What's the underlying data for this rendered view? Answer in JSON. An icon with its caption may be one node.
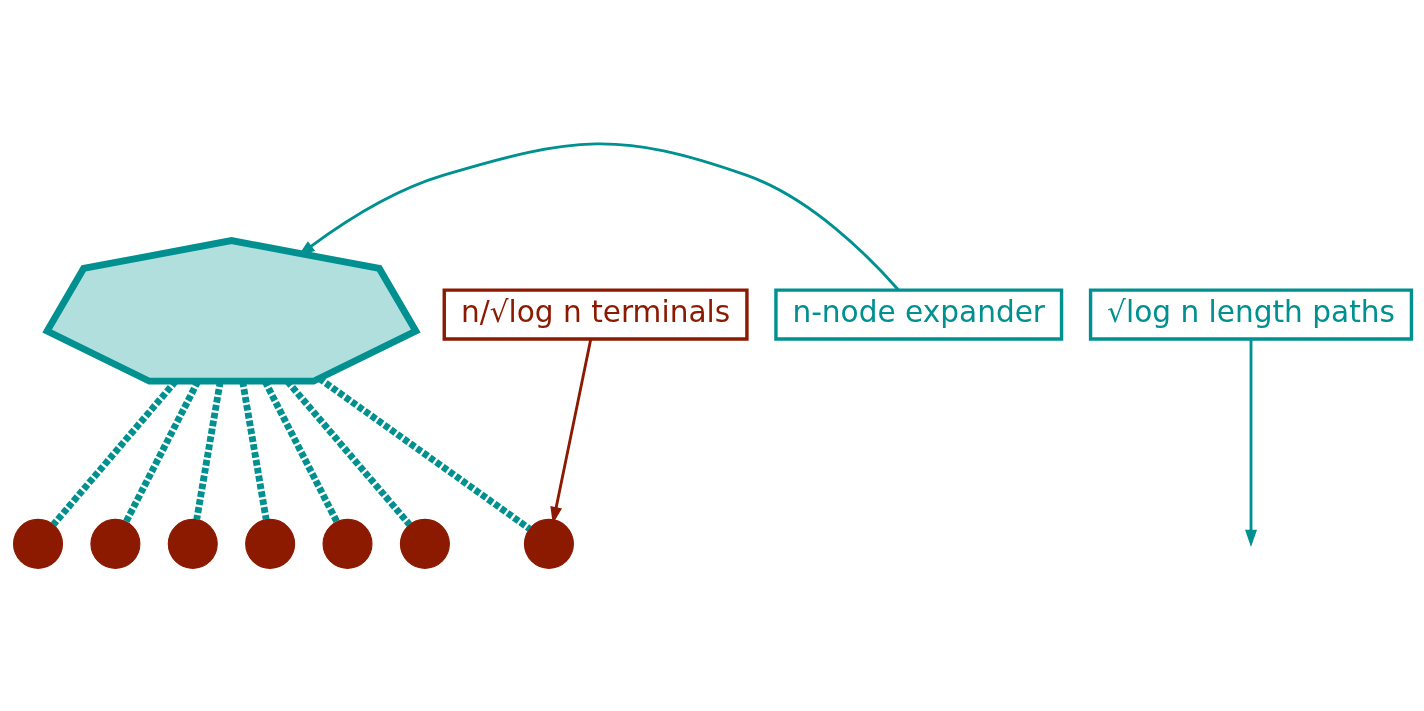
{
  "diagram": {
    "nodes": [
      {
        "text": [],
        "shape": "polygon"
      },
      {
        "text": [
          "n-node expander"
        ]
      },
      {
        "text": [
          "√log n length paths"
        ]
      },
      {
        "text": [
          "n/√log n terminals"
        ]
      },
      {
        "text": [],
        "shape": "circle"
      },
      {
        "text": [],
        "shape": "circle"
      },
      {
        "text": [],
        "shape": "circle"
      },
      {
        "text": [],
        "shape": "circle"
      },
      {
        "text": [],
        "shape": "circle"
      },
      {
        "text": [],
        "shape": "circle"
      },
      {
        "text": [],
        "shape": "circle"
      }
    ],
    "edges": [
      {
        "from": 0,
        "to": 4,
        "arrow": "none",
        "style": "dashed"
      },
      {
        "from": 0,
        "to": 5,
        "arrow": "none",
        "style": "dashed"
      },
      {
        "from": 0,
        "to": 6,
        "arrow": "none",
        "style": "dashed"
      },
      {
        "from": 0,
        "to": 7,
        "arrow": "none",
        "style": "dashed"
      },
      {
        "from": 0,
        "to": 8,
        "arrow": "none",
        "style": "dashed"
      },
      {
        "from": 0,
        "to": 9,
        "arrow": "none",
        "style": "dashed"
      },
      {
        "from": 0,
        "to": 10,
        "arrow": "none",
        "style": "dashed"
      },
      {
        "from": 1,
        "to": 0,
        "arrow": "to"
      },
      {
        "from": 2,
        "to": null,
        "arrow": "to"
      },
      {
        "from": 3,
        "to": 10,
        "arrow": "to",
        "color": "#8b1a00"
      }
    ]
  }
}
